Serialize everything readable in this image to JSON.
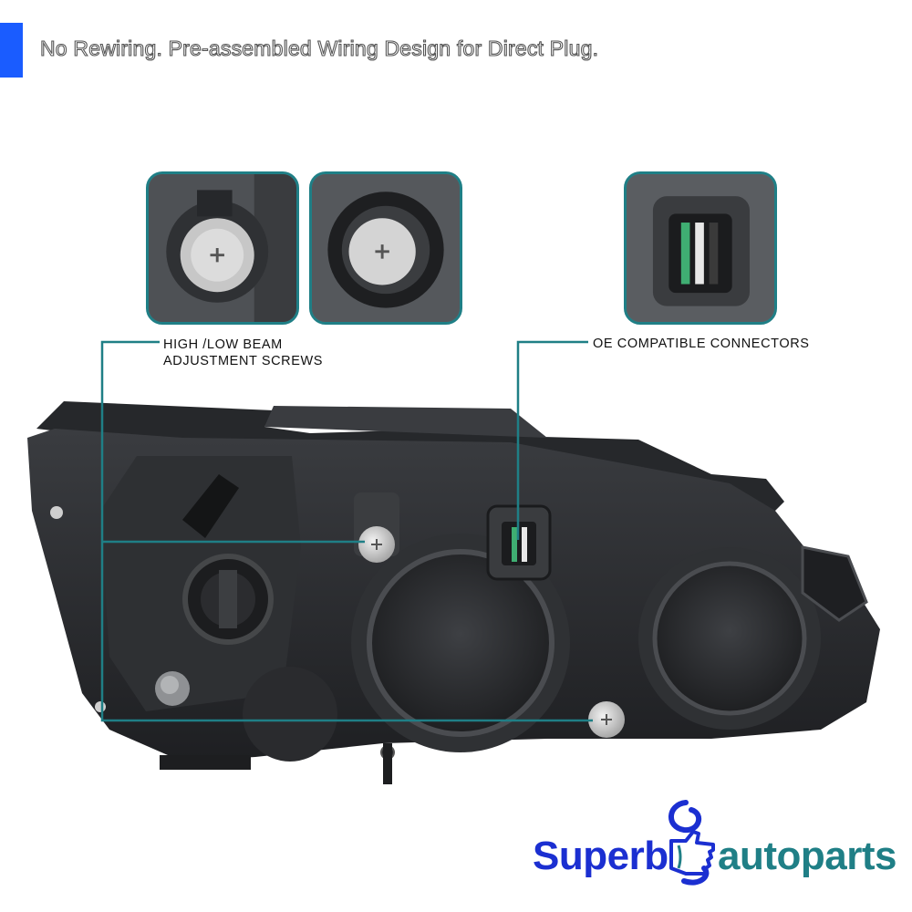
{
  "header": {
    "headline": "No Rewiring. Pre-assembled Wiring Design for Direct Plug."
  },
  "callouts": {
    "beam_line1": "HIGH /LOW BEAM",
    "beam_line2": "ADJUSTMENT SCREWS",
    "connectors": "OE COMPATIBLE CONNECTORS"
  },
  "brand": {
    "part1": "Superb",
    "part2": "autoparts",
    "color_primary": "#1b2fd1",
    "color_secondary": "#1f7f86"
  },
  "colors": {
    "accent_bar": "#1a5cff",
    "callout_line": "#1f7f86",
    "housing_dark": "#2a2c2f"
  }
}
